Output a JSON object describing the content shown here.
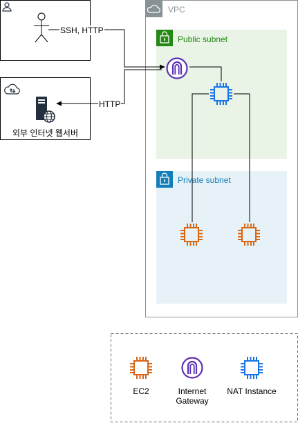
{
  "diagram": {
    "vpc": {
      "label": "VPC"
    },
    "public_subnet": {
      "label": "Public subnet"
    },
    "private_subnet": {
      "label": "Private subnet"
    },
    "external_server": {
      "label": "외부 인터넷 웹서버"
    },
    "edges": {
      "user_to_igw": "SSH, HTTP",
      "igw_to_server": "HTTP"
    },
    "legend": {
      "ec2": "EC2",
      "igw_line1": "Internet",
      "igw_line2": "Gateway",
      "nat": "NAT Instance"
    }
  },
  "colors": {
    "vpc_border": "#879196",
    "public_subnet_fill": "#e9f3e6",
    "public_subnet_accent": "#248814",
    "private_subnet_fill": "#e6f2f8",
    "private_subnet_accent": "#147eba",
    "ec2": "#d86613",
    "nat": "#1a73e8",
    "igw": "#5a30b5"
  }
}
